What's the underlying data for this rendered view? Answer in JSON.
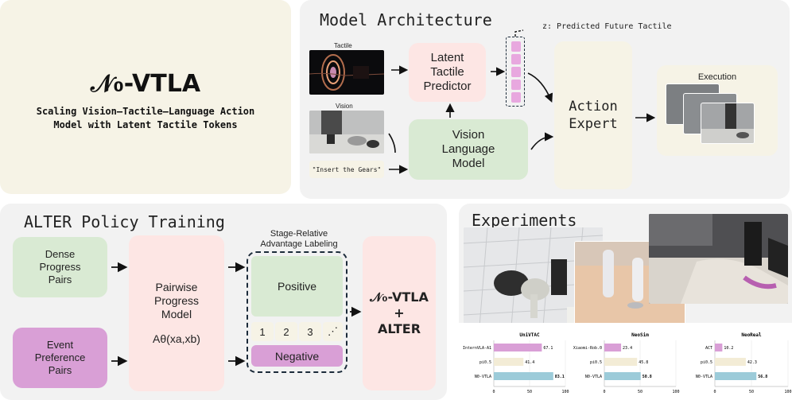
{
  "title_panel": {
    "main_title": "𝒩₀-VTLA",
    "subtitle_line1": "Scaling Vision–Tactile–Language Action",
    "subtitle_line2": "Model with Latent Tactile Tokens"
  },
  "architecture": {
    "title": "Model Architecture",
    "tactile_label": "Tactile",
    "vision_label": "Vision",
    "instruction": "\"Insert the Gears\"",
    "latent_predictor": "Latent\nTactile\nPredictor",
    "vlm": "Vision\nLanguage\nModel",
    "action_expert": "Action\nExpert",
    "execution_label": "Execution",
    "z_label": "z: Predicted Future Tactile"
  },
  "alter": {
    "title": "ALTER Policy Training",
    "dense_pairs": "Dense\nProgress\nPairs",
    "event_pairs": "Event\nPreference\nPairs",
    "pairwise_model": "Pairwise\nProgress\nModel",
    "pairwise_formula": "Aθ(xa,xb)",
    "stage_label_line1": "Stage-Relative",
    "stage_label_line2": "Advantage Labeling",
    "positive": "Positive",
    "negative": "Negative",
    "stage_numbers": [
      "1",
      "2",
      "3",
      "⋰"
    ],
    "result_line1": "𝒩₀-VTLA",
    "result_plus": "+",
    "result_line2": "ALTER"
  },
  "experiments": {
    "title": "Experiments"
  },
  "colors": {
    "pink_box": "#fde6e4",
    "green_box": "#d9ead3",
    "cream_box": "#f6f3e6",
    "magenta_box": "#d99fd6",
    "pink_bar": "#d99fd6",
    "cream_bar": "#f3ecd6",
    "blue_bar": "#9ccbd9"
  },
  "chart_data": [
    {
      "type": "bar",
      "title": "UniVTAC",
      "categories": [
        "InternVLA-A1",
        "pi0.5",
        "N0-VTLA"
      ],
      "values": [
        67.1,
        41.4,
        83.1
      ],
      "xlim": [
        0,
        100
      ],
      "ticks": [
        "0",
        "50",
        "100"
      ]
    },
    {
      "type": "bar",
      "title": "NeoSim",
      "categories": [
        "Xiaomi-Rob.0",
        "pi0.5",
        "N0-VTLA"
      ],
      "values": [
        23.4,
        45.8,
        50.8
      ],
      "xlim": [
        0,
        100
      ],
      "ticks": [
        "0",
        "50",
        "100"
      ]
    },
    {
      "type": "bar",
      "title": "NeoReal",
      "categories": [
        "ACT",
        "pi0.5",
        "N0-VTLA"
      ],
      "values": [
        10.2,
        42.3,
        56.8
      ],
      "xlim": [
        0,
        100
      ],
      "ticks": [
        "0",
        "50",
        "100"
      ]
    }
  ]
}
